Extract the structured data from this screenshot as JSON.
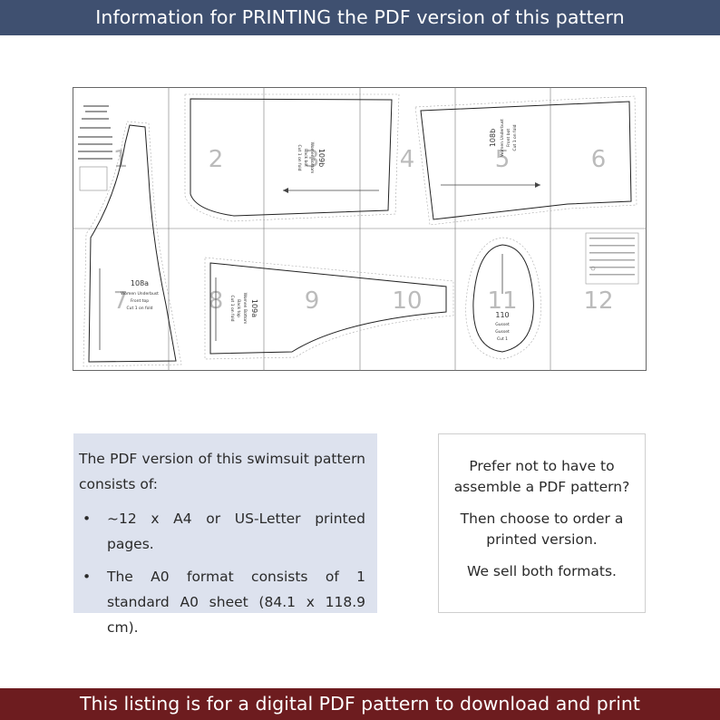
{
  "header": {
    "title": "Information for PRINTING the PDF version of this pattern"
  },
  "footer": {
    "text": "This listing is for a digital PDF pattern to download and print"
  },
  "pattern_preview": {
    "page_numbers": [
      "1",
      "2",
      "3",
      "4",
      "5",
      "6",
      "7",
      "8",
      "9",
      "10",
      "11",
      "12"
    ],
    "pieces": [
      {
        "code": "108a",
        "name": "Women Underbust",
        "subtitle": "Front top",
        "cut": "Cut 1 on fold"
      },
      {
        "code": "108b",
        "name": "Women Underbust",
        "subtitle": "Front bot",
        "cut": "Cut 1 on fold"
      },
      {
        "code": "109a",
        "name": "Women Bottom",
        "subtitle": "Back top",
        "cut": "Cut 1 on fold"
      },
      {
        "code": "109b",
        "name": "Women Bottom",
        "subtitle": "Back bot",
        "cut": "Cut 1 on fold"
      },
      {
        "code": "110",
        "name": "Gusset",
        "subtitle": "Gusset",
        "cut": "Cut 1"
      }
    ],
    "colors": {
      "outline": "#222222",
      "page_grid": "#666666",
      "page_number": "#bbbbbb",
      "seam_dash": "#999999"
    }
  },
  "info": {
    "intro": "The PDF version of this swimsuit pattern consists of:",
    "bullets": [
      "~12 x A4 or US-Letter printed pages.",
      "The A0 format consists of 1 standard A0 sheet (84.1 x 118.9 cm)."
    ]
  },
  "order": {
    "line1": "Prefer not to have to assemble a PDF pattern?",
    "line2": "Then choose to  order a printed version.",
    "line3": "We sell both formats."
  },
  "colors": {
    "header_bg": "#3f5070",
    "footer_bg": "#6d1c1f",
    "info_bg": "#dde2ee"
  }
}
